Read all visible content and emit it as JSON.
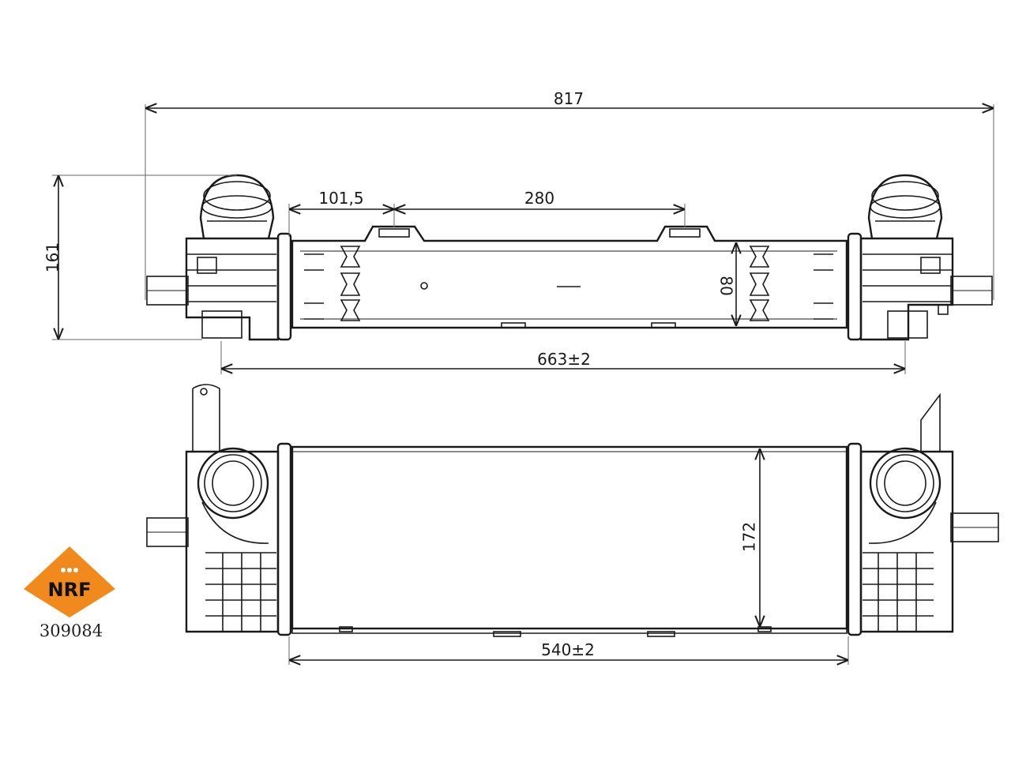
{
  "dimensions": {
    "overall_length": "817",
    "height_top_view": "161",
    "offset_first_mount": "101,5",
    "mount_spacing": "280",
    "core_depth": "80",
    "mounting_length": "663±2",
    "core_height": "172",
    "core_width": "540±2"
  },
  "brand": {
    "part_number": "309084",
    "logo_text": "NRF",
    "logo_color": "#f08a1d"
  }
}
